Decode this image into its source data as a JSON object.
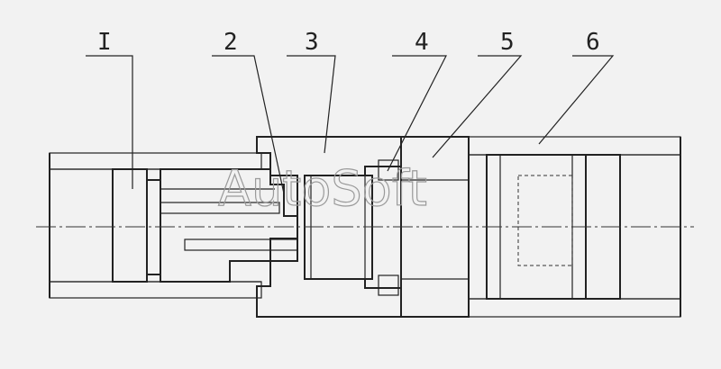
{
  "callouts": [
    {
      "id": "callout-1",
      "label": "I"
    },
    {
      "id": "callout-2",
      "label": "2"
    },
    {
      "id": "callout-3",
      "label": "3"
    },
    {
      "id": "callout-4",
      "label": "4"
    },
    {
      "id": "callout-5",
      "label": "5"
    },
    {
      "id": "callout-6",
      "label": "6"
    }
  ],
  "watermark": "AutoSoft",
  "colors": {
    "line": "#222222",
    "background": "#f2f2f2"
  }
}
